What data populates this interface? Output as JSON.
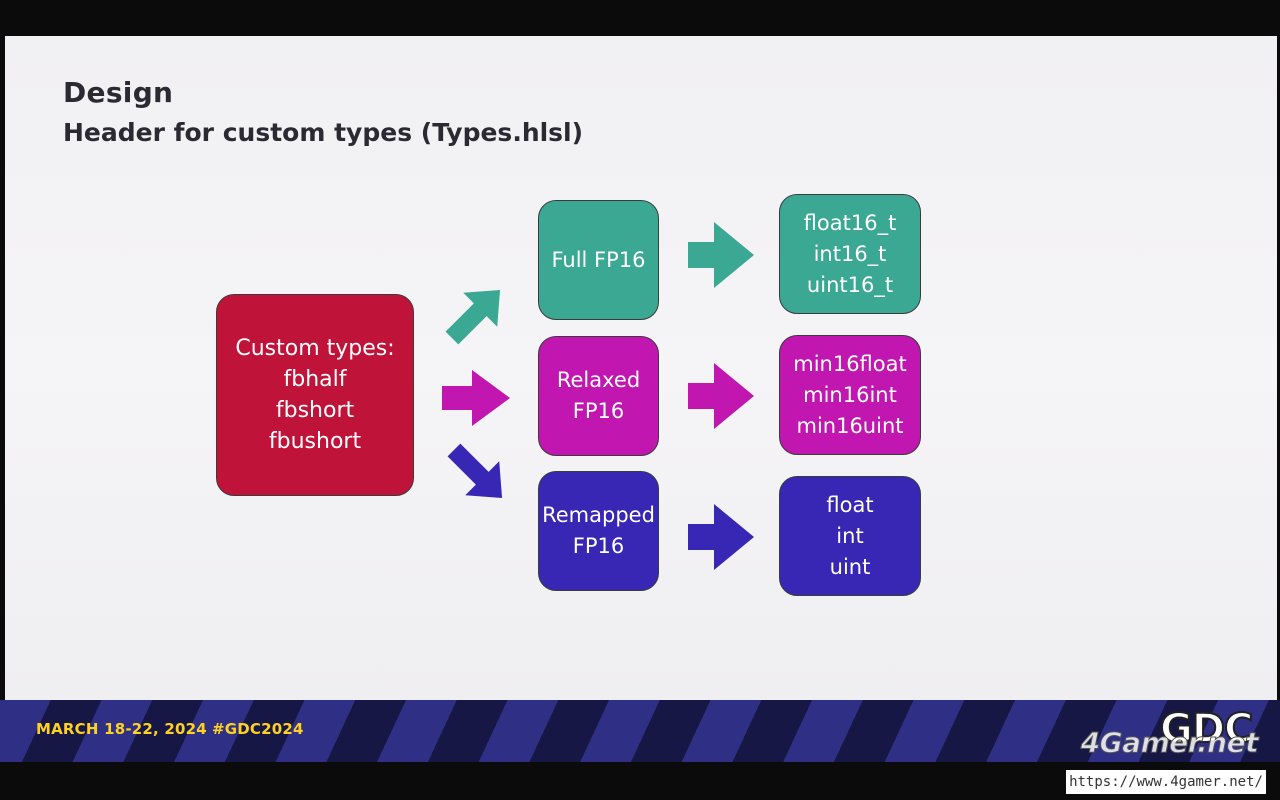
{
  "slide": {
    "title": "Design",
    "subtitle": "Header for custom types (Types.hlsl)"
  },
  "diagram": {
    "source": {
      "lines": [
        "Custom types:",
        "fbhalf",
        "fbshort",
        "fbushort"
      ],
      "color": "#c0133a"
    },
    "modes": [
      {
        "lines": [
          "Full FP16"
        ],
        "color": "#3aa893",
        "types": [
          "float16_t",
          "int16_t",
          "uint16_t"
        ]
      },
      {
        "lines": [
          "Relaxed",
          "FP16"
        ],
        "color": "#c116b0",
        "types": [
          "min16float",
          "min16int",
          "min16uint"
        ]
      },
      {
        "lines": [
          "Remapped",
          "FP16"
        ],
        "color": "#3826b5",
        "types": [
          "float",
          "int",
          "uint"
        ]
      }
    ]
  },
  "footer": {
    "dates": "MARCH 18-22, 2024",
    "hashtag": "#GDC2024",
    "logo": "GDC",
    "accent_color": "#ffd21f"
  },
  "watermark": {
    "brand": "4Gamer.net",
    "url": "https://www.4gamer.net/"
  }
}
